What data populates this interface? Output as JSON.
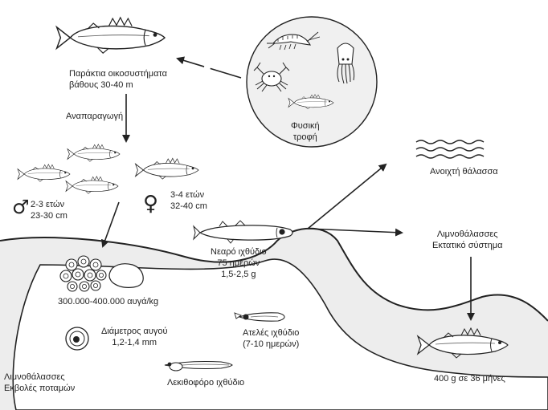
{
  "labels": {
    "coastal": [
      "Παράκτια οικοσυστήματα",
      "βάθους 30-40 m"
    ],
    "reproduction": "Αναπαραγωγή",
    "natural_food": [
      "Φυσική",
      "τροφή"
    ],
    "open_sea": "Ανοιχτή θάλασσα",
    "male": [
      "2-3 ετών",
      "23-30 cm"
    ],
    "female": [
      "3-4 ετών",
      "32-40 cm"
    ],
    "juvenile": [
      "Νεαρό ιχθύδιο",
      "75 ημερών",
      "1,5-2,5 g"
    ],
    "lagoons_extensive": [
      "Λιμνοθάλασσες",
      "Εκτατικό σύστημα"
    ],
    "eggs": "300.000-400.000 αυγά/kg",
    "egg_diameter": [
      "Διάμετρος αυγού",
      "1,2-1,4 mm"
    ],
    "imperfect_fry": [
      "Ατελές ιχθύδιο",
      "(7-10 ημερών)"
    ],
    "lagoons_estuaries": [
      "Λιμνοθάλασσες",
      "Εκβολές ποταμών"
    ],
    "yolk_sac_fry": "Λεκιθοφόρο ιχθύδιο",
    "harvest": "400 g σε 36 μήνες"
  },
  "symbols": {
    "male": "♂",
    "female": "♀"
  },
  "colors": {
    "line": "#222222",
    "land_fill": "#ededed",
    "circle_fill": "#f0f0f0"
  }
}
